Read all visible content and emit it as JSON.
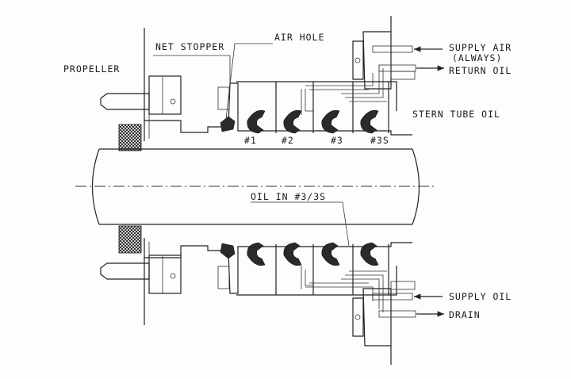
{
  "labels": {
    "propeller": "PROPELLER",
    "net_stopper": "NET STOPPER",
    "air_hole": "AIR HOLE",
    "supply_air": "SUPPLY AIR",
    "always": "(ALWAYS)",
    "return_oil": "RETURN OIL",
    "stern_tube_oil": "STERN TUBE OIL",
    "seal_1": "#1",
    "seal_2": "#2",
    "seal_3": "#3",
    "seal_3s": "#3S",
    "oil_in": "OIL IN #3/3S",
    "supply_oil": "SUPPLY OIL",
    "drain": "DRAIN"
  }
}
